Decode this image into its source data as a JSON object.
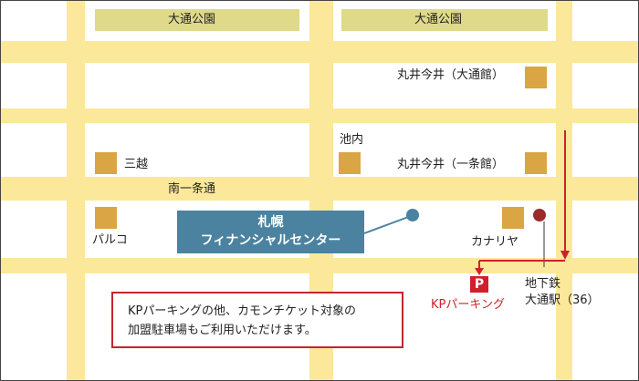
{
  "parks": [
    "大通公園",
    "大通公園"
  ],
  "roads": {
    "main_street": "南一条通"
  },
  "buildings": {
    "marui_odori": "丸井今井（大通館）",
    "ikeuchi": "池内",
    "marui_ichijo": "丸井今井（一条館）",
    "mitsukoshi": "三越",
    "parco": "パルコ",
    "canaria": "カナリヤ"
  },
  "destination": {
    "line1": "札幌",
    "line2": "フィナンシャルセンター"
  },
  "parking": {
    "icon": "P",
    "label": "KPパーキング"
  },
  "station": {
    "line1": "地下鉄",
    "line2": "大通駅（36）"
  },
  "note": {
    "line1": "KPパーキングの他、カモンチケット対象の",
    "line2": "加盟駐車場もご利用いただけます。"
  },
  "colors": {
    "road": "#fce89a",
    "park": "#dfd98a",
    "building": "#d9a545",
    "callout": "#4b82a0",
    "route": "#d0202c",
    "note_border": "#c2262e"
  }
}
